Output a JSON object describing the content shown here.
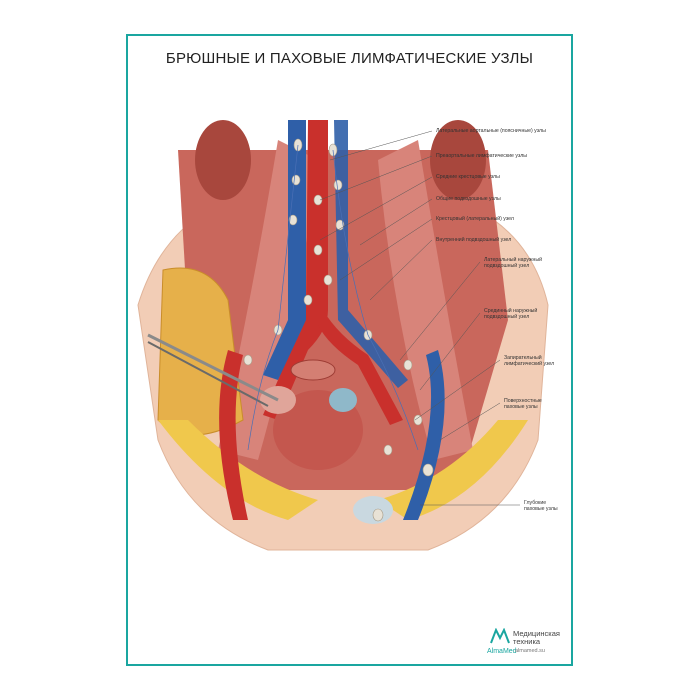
{
  "poster": {
    "title": "БРЮШНЫЕ И ПАХОВЫЕ ЛИМФАТИЧЕСКИЕ УЗЛЫ",
    "accent_color": "#1aa6a0"
  },
  "labels": [
    {
      "id": "l1",
      "lines": [
        "Латеральные аортальные (поясничные) узлы"
      ]
    },
    {
      "id": "l2",
      "lines": [
        "Преаортальные лимфатические узлы"
      ]
    },
    {
      "id": "l3",
      "lines": [
        "Средние крестцовые узлы"
      ]
    },
    {
      "id": "l4",
      "lines": [
        "Общие подвздошные узлы"
      ]
    },
    {
      "id": "l5",
      "lines": [
        "Крестцовый (латеральный) узел"
      ]
    },
    {
      "id": "l6",
      "lines": [
        "Внутренний подвздошный узел"
      ]
    },
    {
      "id": "l7",
      "lines": [
        "Латеральный наружный",
        "подвздошный узел"
      ]
    },
    {
      "id": "l8",
      "lines": [
        "Срединный наружный",
        "подвздошный узел"
      ]
    },
    {
      "id": "l9",
      "lines": [
        "Запирательный",
        "лимфатический узел"
      ]
    },
    {
      "id": "l10",
      "lines": [
        "Поверхностные",
        "паховые узлы"
      ]
    },
    {
      "id": "l11",
      "lines": [
        "Глубокие",
        "паховые узлы"
      ]
    }
  ],
  "logo": {
    "line1": "Медицинская",
    "line2": "техника",
    "brand": "AlmaMed",
    "site": "almamed.su",
    "icon": "almamed-logo-icon"
  }
}
